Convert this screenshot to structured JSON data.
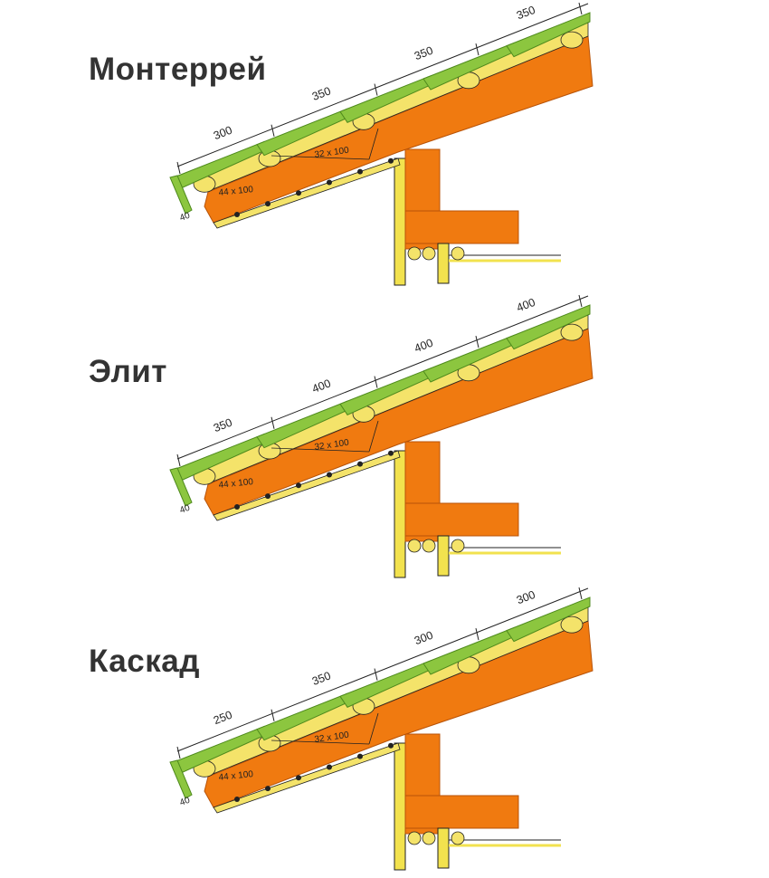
{
  "colors": {
    "tile": "#8cc63f",
    "tile_dark": "#4e8a1c",
    "timber": "#f07a10",
    "timber_dark": "#b85308",
    "battens": "#f4e36a",
    "wall": "#f2e24e",
    "line": "#222222"
  },
  "panels": [
    {
      "title": "Монтеррей",
      "spacings": [
        "300",
        "350",
        "350",
        "350"
      ],
      "counter_batten_label": "32 x 100",
      "rafter_label": "44 x 100",
      "eave_label": "40"
    },
    {
      "title": "Элит",
      "spacings": [
        "350",
        "400",
        "400",
        "400"
      ],
      "counter_batten_label": "32 x 100",
      "rafter_label": "44 x 100",
      "eave_label": "40"
    },
    {
      "title": "Каскад",
      "spacings": [
        "250",
        "350",
        "300",
        "300"
      ],
      "counter_batten_label": "32 x 100",
      "rafter_label": "44 x 100",
      "eave_label": "40"
    }
  ]
}
